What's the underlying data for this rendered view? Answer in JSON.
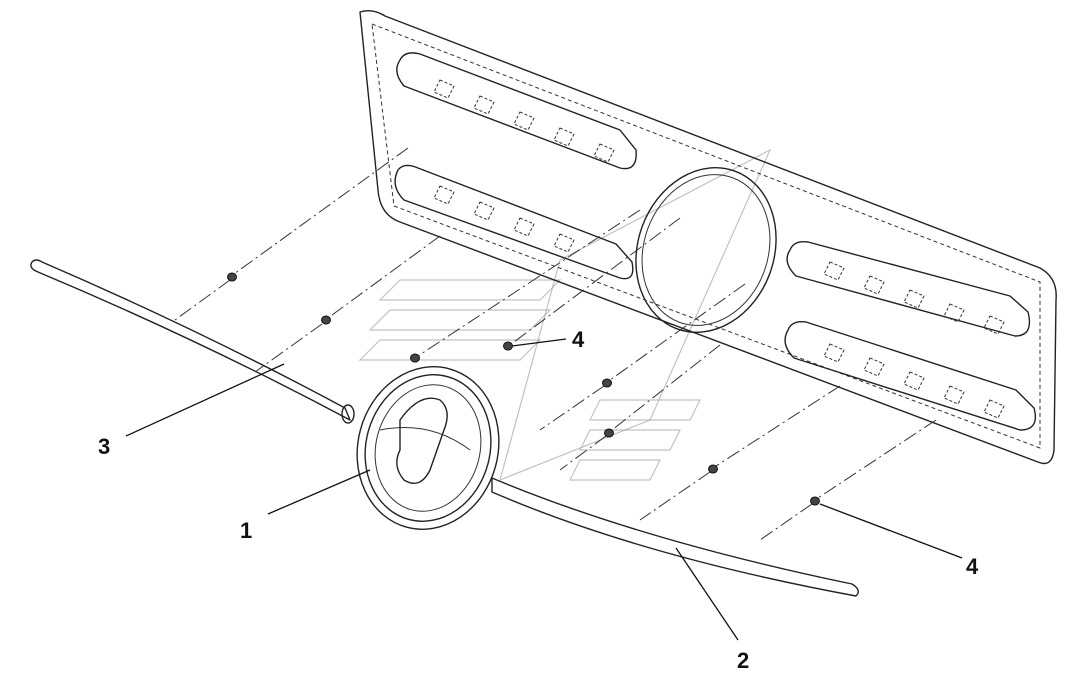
{
  "callouts": [
    {
      "id": "callout-1",
      "label": "1"
    },
    {
      "id": "callout-2",
      "label": "2"
    },
    {
      "id": "callout-3",
      "label": "3"
    },
    {
      "id": "callout-4a",
      "label": "4"
    },
    {
      "id": "callout-4b",
      "label": "4"
    }
  ]
}
